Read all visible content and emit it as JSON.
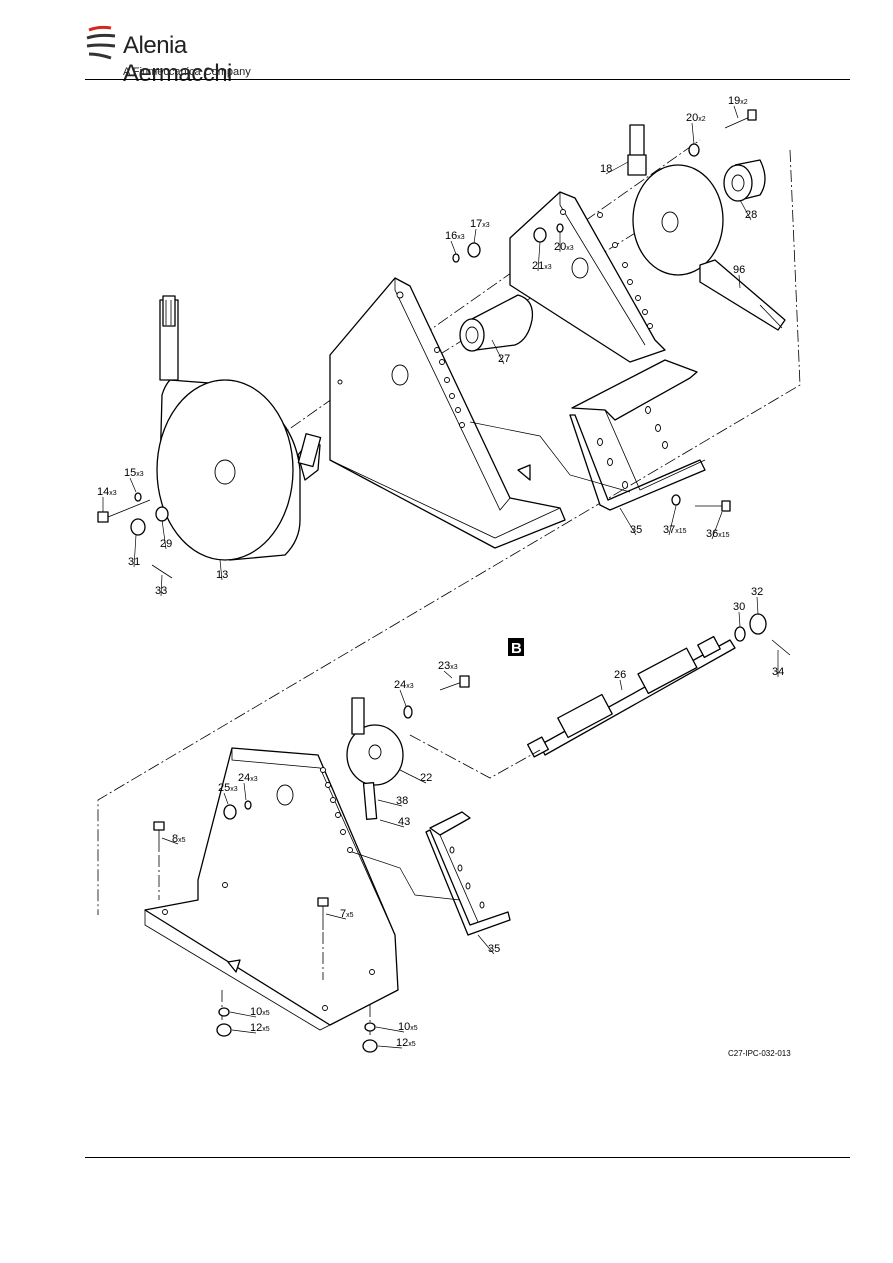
{
  "header": {
    "company_name": "Alenia Aermacchi",
    "company_tagline": "A Finmeccanica Company"
  },
  "figure": {
    "reference": "C27-IPC-032-013",
    "view_label": "B"
  },
  "callouts": [
    {
      "id": "c19",
      "num": "19",
      "qty": "x2"
    },
    {
      "id": "c20a",
      "num": "20",
      "qty": "x2"
    },
    {
      "id": "c18",
      "num": "18",
      "qty": ""
    },
    {
      "id": "c28",
      "num": "28",
      "qty": ""
    },
    {
      "id": "c17",
      "num": "17",
      "qty": "x3"
    },
    {
      "id": "c16",
      "num": "16",
      "qty": "x3"
    },
    {
      "id": "c20b",
      "num": "20",
      "qty": "x3"
    },
    {
      "id": "c21",
      "num": "21",
      "qty": "x3"
    },
    {
      "id": "c96",
      "num": "96",
      "qty": ""
    },
    {
      "id": "c27",
      "num": "27",
      "qty": ""
    },
    {
      "id": "c15",
      "num": "15",
      "qty": "x3"
    },
    {
      "id": "c14",
      "num": "14",
      "qty": "x3"
    },
    {
      "id": "c29",
      "num": "29",
      "qty": ""
    },
    {
      "id": "c31",
      "num": "31",
      "qty": ""
    },
    {
      "id": "c13",
      "num": "13",
      "qty": ""
    },
    {
      "id": "c33",
      "num": "33",
      "qty": ""
    },
    {
      "id": "c35a",
      "num": "35",
      "qty": ""
    },
    {
      "id": "c37",
      "num": "37",
      "qty": "x15"
    },
    {
      "id": "c36",
      "num": "36",
      "qty": "x15"
    },
    {
      "id": "c32",
      "num": "32",
      "qty": ""
    },
    {
      "id": "c30",
      "num": "30",
      "qty": ""
    },
    {
      "id": "c34",
      "num": "34",
      "qty": ""
    },
    {
      "id": "c26",
      "num": "26",
      "qty": ""
    },
    {
      "id": "c23",
      "num": "23",
      "qty": "x3"
    },
    {
      "id": "c24a",
      "num": "24",
      "qty": "x3"
    },
    {
      "id": "c22",
      "num": "22",
      "qty": ""
    },
    {
      "id": "c38",
      "num": "38",
      "qty": ""
    },
    {
      "id": "c43",
      "num": "43",
      "qty": ""
    },
    {
      "id": "c25",
      "num": "25",
      "qty": "x3"
    },
    {
      "id": "c24b",
      "num": "24",
      "qty": "x3"
    },
    {
      "id": "c8",
      "num": "8",
      "qty": "x5"
    },
    {
      "id": "c7",
      "num": "7",
      "qty": "x5"
    },
    {
      "id": "c35b",
      "num": "35",
      "qty": ""
    },
    {
      "id": "c10a",
      "num": "10",
      "qty": "x5"
    },
    {
      "id": "c12a",
      "num": "12",
      "qty": "x5"
    },
    {
      "id": "c10b",
      "num": "10",
      "qty": "x5"
    },
    {
      "id": "c12b",
      "num": "12",
      "qty": "x5"
    }
  ]
}
